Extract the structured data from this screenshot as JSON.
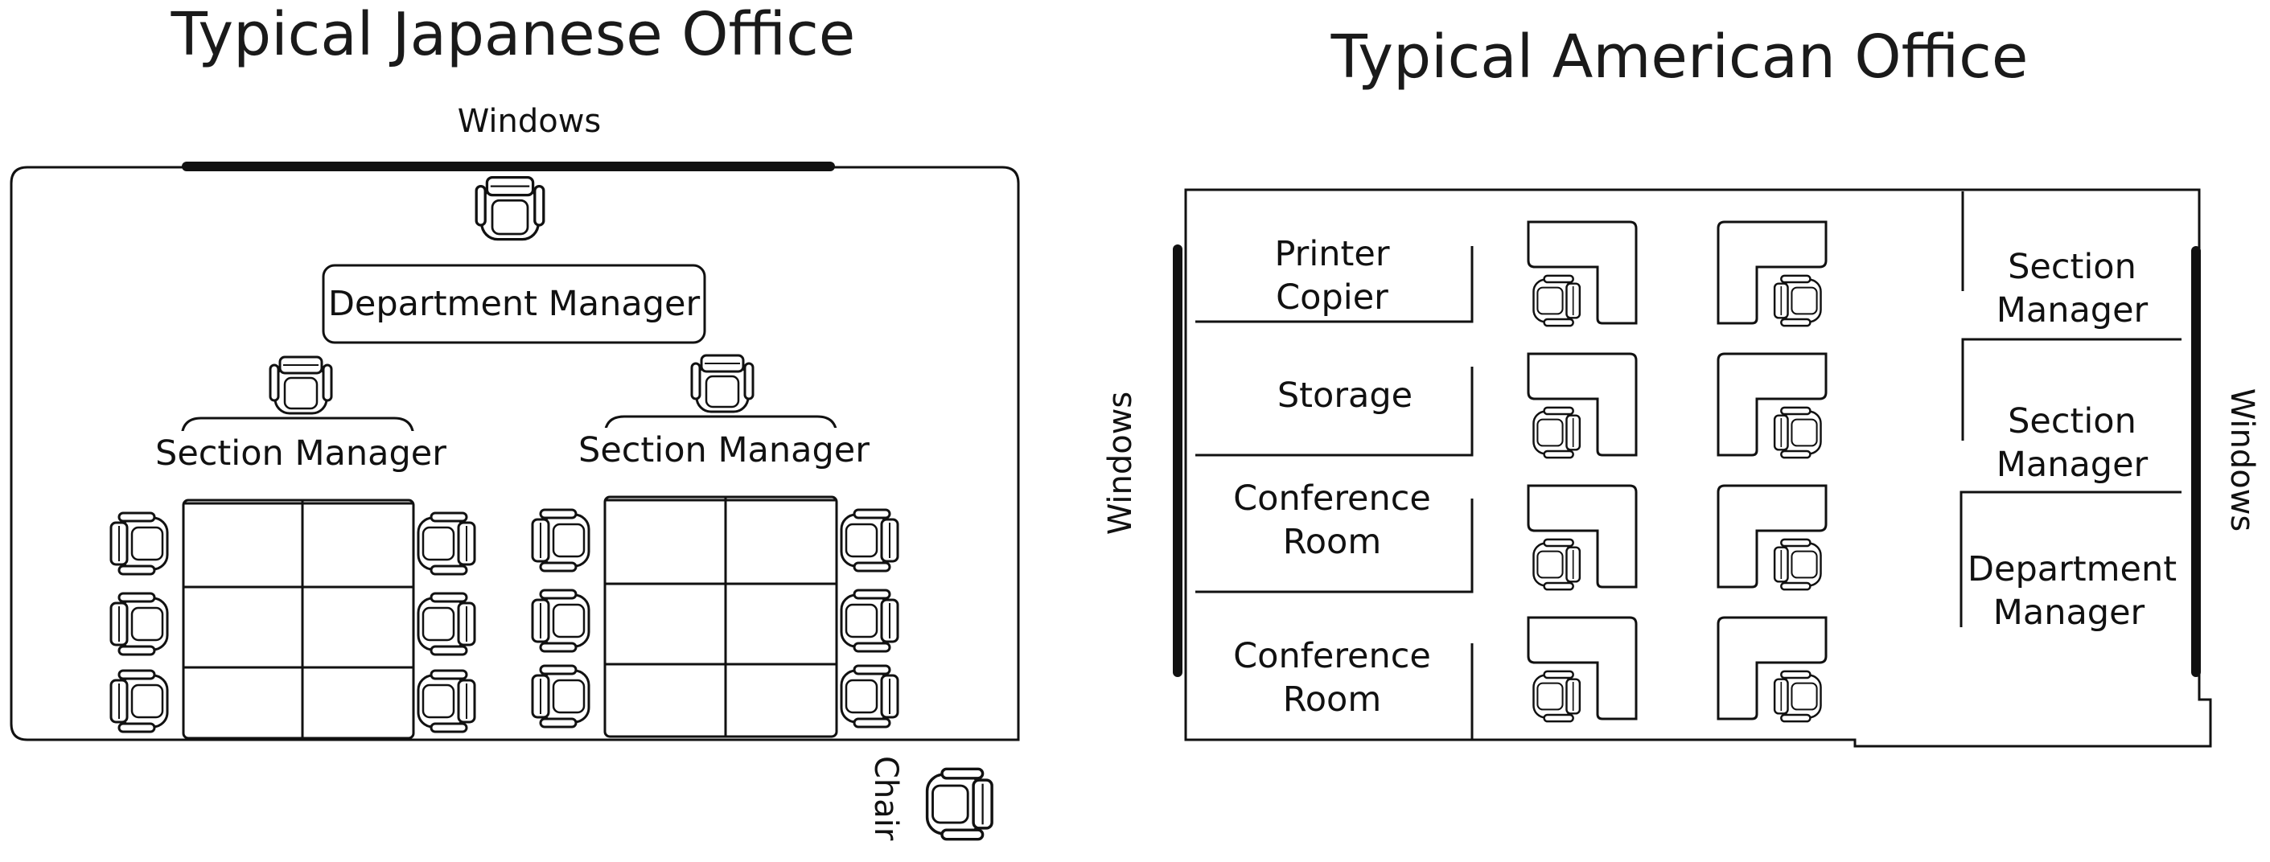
{
  "japanese": {
    "title": "Typical Japanese Office",
    "windows_label": "Windows",
    "department_manager": "Department Manager",
    "section_manager_left": "Section Manager",
    "section_manager_right": "Section Manager",
    "chair_legend": "Chair"
  },
  "american": {
    "title": "Typical American Office",
    "windows_left": "Windows",
    "windows_right": "Windows",
    "printer": "Printer",
    "copier": "Copier",
    "storage": "Storage",
    "conference1_a": "Conference",
    "conference1_b": "Room",
    "conference2_a": "Conference",
    "conference2_b": "Room",
    "section_manager1_a": "Section",
    "section_manager1_b": "Manager",
    "section_manager2_a": "Section",
    "section_manager2_b": "Manager",
    "department_manager_a": "Department",
    "department_manager_b": "Manager"
  },
  "icons": {
    "chair": "chair-icon",
    "desk": "l-shaped-desk-icon"
  }
}
